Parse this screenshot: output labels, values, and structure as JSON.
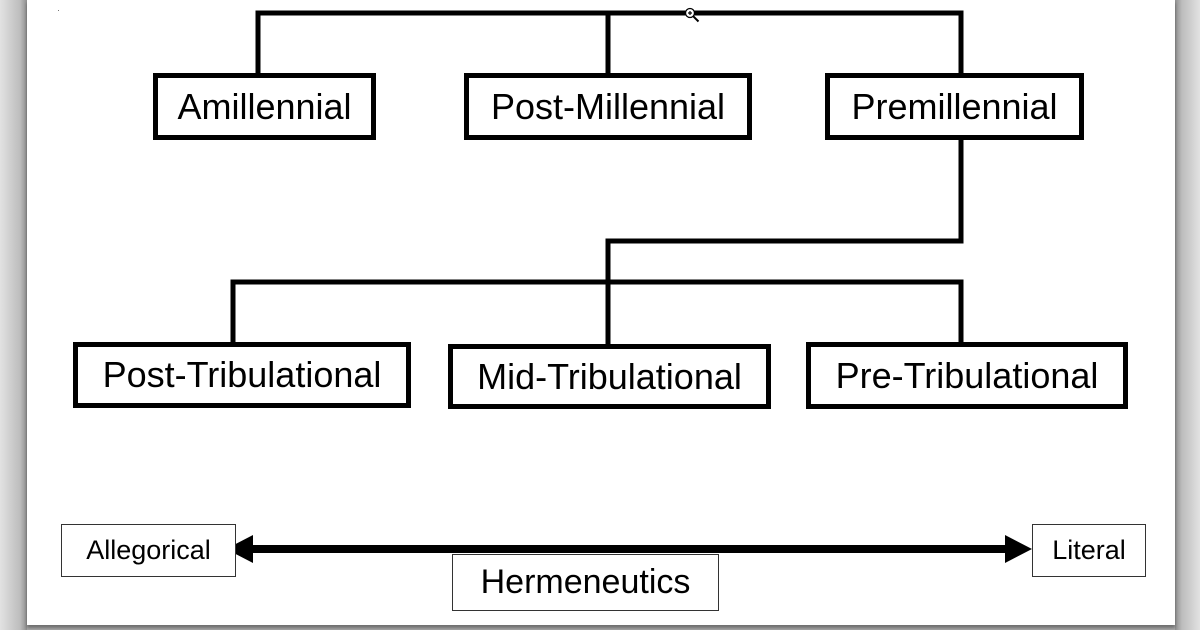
{
  "diagram": {
    "top_level": [
      {
        "id": "amil",
        "label": "Amillennial"
      },
      {
        "id": "post",
        "label": "Post-Millennial"
      },
      {
        "id": "pre",
        "label": "Premillennial"
      }
    ],
    "sub_level": [
      {
        "id": "posttrib",
        "label": "Post-Tribulational"
      },
      {
        "id": "midtrib",
        "label": "Mid-Tribulational"
      },
      {
        "id": "pretrib",
        "label": "Pre-Tribulational"
      }
    ],
    "spectrum": {
      "left_label": "Allegorical",
      "right_label": "Literal",
      "axis_label": "Hermeneutics"
    },
    "icons": {
      "zoom": "zoom-in-magnifier-icon"
    },
    "colors": {
      "line": "#000000",
      "background": "#ffffff"
    }
  }
}
